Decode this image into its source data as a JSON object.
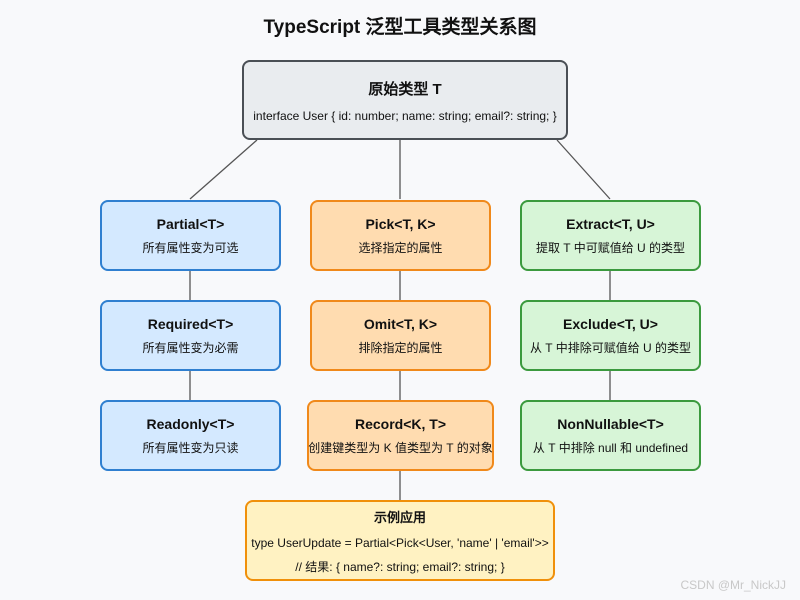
{
  "title": "TypeScript 泛型工具类型关系图",
  "root": {
    "name": "原始类型 T",
    "desc": "interface User { id: number; name: string; email?: string; }"
  },
  "columns": [
    [
      {
        "name": "Partial<T>",
        "desc": "所有属性变为可选"
      },
      {
        "name": "Required<T>",
        "desc": "所有属性变为必需"
      },
      {
        "name": "Readonly<T>",
        "desc": "所有属性变为只读"
      }
    ],
    [
      {
        "name": "Pick<T, K>",
        "desc": "选择指定的属性"
      },
      {
        "name": "Omit<T, K>",
        "desc": "排除指定的属性"
      },
      {
        "name": "Record<K, T>",
        "desc": "创建键类型为 K 值类型为 T 的对象"
      }
    ],
    [
      {
        "name": "Extract<T, U>",
        "desc": "提取 T 中可赋值给 U 的类型"
      },
      {
        "name": "Exclude<T, U>",
        "desc": "从 T 中排除可赋值给 U 的类型"
      },
      {
        "name": "NonNullable<T>",
        "desc": "从 T 中排除 null 和 undefined"
      }
    ]
  ],
  "example": {
    "name": "示例应用",
    "line1": "type UserUpdate = Partial<Pick<User, 'name' | 'email'>>",
    "line2": "// 结果: { name?: string; email?: string; }"
  },
  "watermark": "CSDN @Mr_NickJJ"
}
